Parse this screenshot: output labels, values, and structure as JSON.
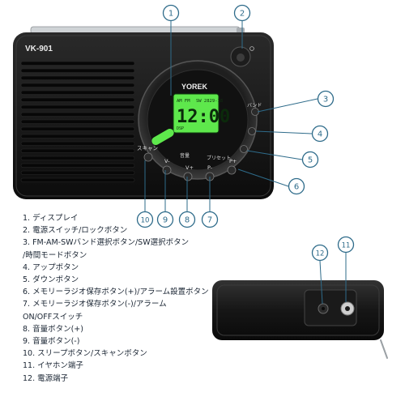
{
  "device": {
    "model": "VK-901",
    "brand": "YOREK",
    "lcd": {
      "band": "AM FM",
      "mode": "SW 2829-18",
      "time": "12:00",
      "sub": "DSP"
    }
  },
  "keys": [
    {
      "label": "スキャン"
    },
    {
      "label": "V-"
    },
    {
      "label": "V+"
    },
    {
      "label": "P-"
    },
    {
      "label": "P+"
    }
  ],
  "key_captions": {
    "volume": "音量",
    "preset": "プリセット",
    "band": "バンド"
  },
  "callouts": [
    "1",
    "2",
    "3",
    "4",
    "5",
    "6",
    "7",
    "8",
    "9",
    "10",
    "11",
    "12"
  ],
  "legend": [
    "1. ディスプレイ",
    "2. 電源スイッチ/ロックボタン",
    "3. FM-AM-SWバンド選択ボタン/SW選択ボタン",
    "/時間モードボタン",
    "4. アップボタン",
    "5. ダウンボタン",
    "6. メモリーラジオ保存ボタン(+)/アラーム設置ボタン",
    "7. メモリーラジオ保存ボタン(-)/アラーム",
    "ON/OFFスイッチ",
    "8. 音量ボタン(+)",
    "9. 音量ボタン(-)",
    "10. スリープボタン/スキャンボタン",
    "11. イヤホン端子",
    "12. 電源端子"
  ],
  "colors": {
    "callout": "#2e6b8a",
    "lcd": "#5ee84c",
    "body": "#151515"
  }
}
